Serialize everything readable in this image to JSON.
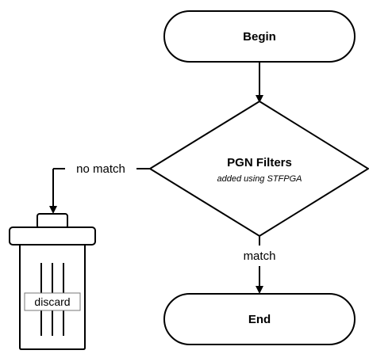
{
  "nodes": {
    "begin": {
      "label": "Begin"
    },
    "filter": {
      "label": "PGN Filters",
      "sublabel": "added using STFPGA"
    },
    "end": {
      "label": "End"
    },
    "discard": {
      "label": "discard"
    }
  },
  "edges": {
    "no_match": {
      "label": "no match"
    },
    "match": {
      "label": "match"
    }
  },
  "icons": {
    "discard": "trash-can-icon"
  }
}
